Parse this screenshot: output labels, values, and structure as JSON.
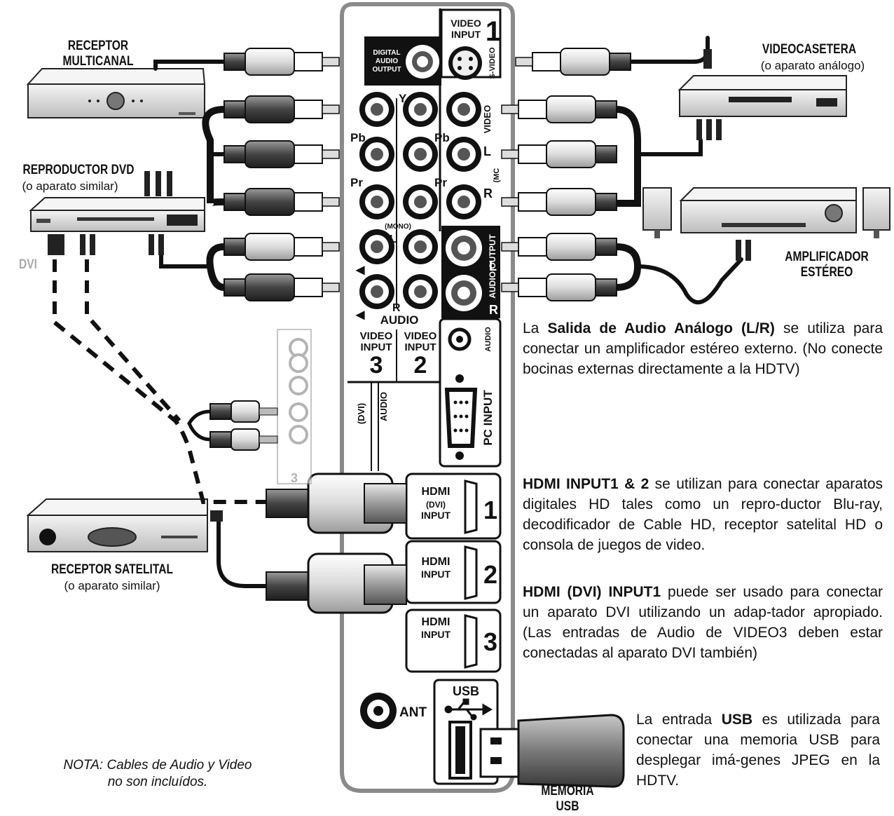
{
  "devices": {
    "receptor_multicanal": [
      "RECEPTOR",
      "MULTICANAL"
    ],
    "reproductor_dvd": "REPRODUCTOR DVD",
    "reproductor_dvd_sub": "(o aparato similar)",
    "dvi_tag": "DVI",
    "receptor_satelital": "RECEPTOR SATELITAL",
    "receptor_satelital_sub": "(o aparato similar)",
    "videocasetera": "VIDEOCASETERA",
    "videocasetera_sub": "(o aparato análogo)",
    "amplificador": [
      "AMPLIFICADOR",
      "ESTÉREO"
    ],
    "memoria_usb": [
      "MEMORIA",
      "USB"
    ]
  },
  "panel": {
    "video_input_1": [
      "VIDEO",
      "INPUT"
    ],
    "video_input_1_num": "1",
    "digital_audio_output": [
      "DIGITAL",
      "AUDIO",
      "OUTPUT"
    ],
    "svideo": "S-VIDEO",
    "y": "Y",
    "pb": "Pb",
    "pr": "Pr",
    "video": "VIDEO",
    "l": "L",
    "r": "R",
    "mono": "(MONO)",
    "mono_side": "(MC",
    "audio": "AUDIO",
    "audio_output": "AUDIO OUTPUT",
    "video_input_3": [
      "VIDEO",
      "INPUT"
    ],
    "video_input_3_num": "3",
    "video_input_2": [
      "VIDEO",
      "INPUT"
    ],
    "video_input_2_num": "2",
    "dvi_vertical": "(DVI)",
    "audio_vertical": "AUDIO",
    "pc_input": "PC INPUT",
    "pc_audio": "AUDIO",
    "hdmi_logo": "HDMI",
    "hdmi1_label": [
      "(DVI)",
      "INPUT"
    ],
    "hdmi1_num": "1",
    "hdmi2_label": "INPUT",
    "hdmi2_num": "2",
    "hdmi3_label": "INPUT",
    "hdmi3_num": "3",
    "ant": "ANT",
    "usb": "USB"
  },
  "descriptions": {
    "audio_out_bold": "Salida de Audio Análogo (L/R)",
    "audio_out_pre": "La ",
    "audio_out_post": " se utiliza para conectar un amplificador estéreo externo. (No conecte bocinas externas directamente a la HDTV)",
    "hdmi_bold": "HDMI INPUT1 & 2",
    "hdmi_post": " se utilizan para conectar aparatos digitales HD tales como un repro-ductor Blu-ray, decodificador de Cable HD, receptor satelital HD o consola de juegos de video.",
    "hdmi_dvi_bold": "HDMI (DVI) INPUT1",
    "hdmi_dvi_post": " puede ser usado para conectar un aparato DVI utilizando un adap-tador apropiado. (Las entradas de Audio de VIDEO3 deben estar conectadas al aparato DVI también)",
    "usb_pre": "La entrada ",
    "usb_bold": "USB",
    "usb_post": " es utilizada para conectar una memoria USB para desplegar imá-genes JPEG en la HDTV."
  },
  "note": {
    "label": "NOTA",
    "text1": ": Cables de Audio y Video",
    "text2": "no son incluídos."
  }
}
